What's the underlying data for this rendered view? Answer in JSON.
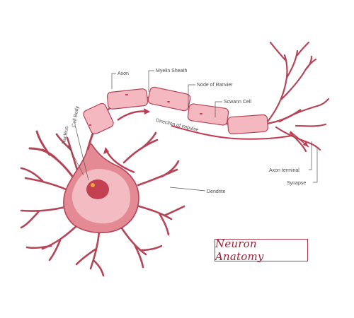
{
  "title": "Neuron Anatomy",
  "labels": {
    "axon": "Axon",
    "myelin_sheath": "Myelin Sheath",
    "node_of_ranvier": "Node of Ranvier",
    "schwann_cell": "Scwann Cell",
    "nucleus": "Nucleus",
    "cell_body": "Cell Body",
    "direction_of_impulse": "Direction of impulse",
    "dendrite": "Dendrite",
    "axon_terminal": "Axon terminal",
    "synapse": "Synapse"
  },
  "colors": {
    "outline": "#b54456",
    "cell_fill": "#e48a94",
    "cell_body_light": "#f2bcc2",
    "nucleus": "#c2404f",
    "nucleolus": "#e7a93a",
    "myelin": "#f3b8c0",
    "arrow": "#c33a50"
  }
}
